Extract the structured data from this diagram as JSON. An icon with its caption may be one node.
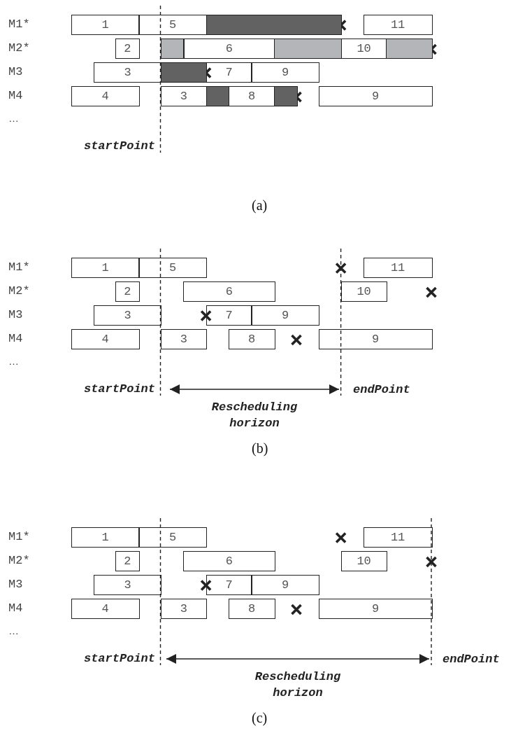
{
  "diagram": {
    "nodes": [
      {
        "text": [
          "1"
        ]
      },
      {
        "text": [
          "5"
        ]
      },
      {
        "text": [],
        "shape": "bar"
      },
      {
        "text": [
          "11"
        ]
      },
      {
        "text": [
          "2"
        ]
      },
      {
        "text": [],
        "shape": "bar"
      },
      {
        "text": [
          "6"
        ]
      },
      {
        "text": [],
        "shape": "bar"
      },
      {
        "text": [
          "10"
        ]
      },
      {
        "text": [],
        "shape": "bar"
      },
      {
        "text": [
          "3"
        ]
      },
      {
        "text": [],
        "shape": "bar"
      },
      {
        "text": [
          "7"
        ]
      },
      {
        "text": [
          "9"
        ]
      },
      {
        "text": [
          "4"
        ]
      },
      {
        "text": [
          "3"
        ]
      },
      {
        "text": [],
        "shape": "bar"
      },
      {
        "text": [
          "8"
        ]
      },
      {
        "text": [],
        "shape": "bar"
      },
      {
        "text": [
          "9"
        ]
      },
      {
        "text": [
          "1"
        ]
      },
      {
        "text": [
          "5"
        ]
      },
      {
        "text": [
          "11"
        ]
      },
      {
        "text": [
          "2"
        ]
      },
      {
        "text": [
          "6"
        ]
      },
      {
        "text": [
          "10"
        ]
      },
      {
        "text": [
          "3"
        ]
      },
      {
        "text": [
          "7"
        ]
      },
      {
        "text": [
          "9"
        ]
      },
      {
        "text": [
          "4"
        ]
      },
      {
        "text": [
          "3"
        ]
      },
      {
        "text": [
          "8"
        ]
      },
      {
        "text": [
          "9"
        ]
      },
      {
        "text": [
          "1"
        ]
      },
      {
        "text": [
          "5"
        ]
      },
      {
        "text": [
          "11"
        ]
      },
      {
        "text": [
          "2"
        ]
      },
      {
        "text": [
          "6"
        ]
      },
      {
        "text": [
          "10"
        ]
      },
      {
        "text": [
          "3"
        ]
      },
      {
        "text": [
          "7"
        ]
      },
      {
        "text": [
          "9"
        ]
      },
      {
        "text": [
          "4"
        ]
      },
      {
        "text": [
          "3"
        ]
      },
      {
        "text": [
          "8"
        ]
      },
      {
        "text": [
          "9"
        ]
      }
    ],
    "labels": [
      "M1*",
      "M2*",
      "M3",
      "M4",
      "…",
      "startPoint",
      "(a)",
      "M1*",
      "M2*",
      "M3",
      "M4",
      "…",
      "startPoint",
      "endPoint",
      "Rescheduling horizon",
      "(b)",
      "M1*",
      "M2*",
      "M3",
      "M4",
      "…",
      "startPoint",
      "endPoint",
      "Rescheduling horizon",
      "(c)"
    ]
  }
}
